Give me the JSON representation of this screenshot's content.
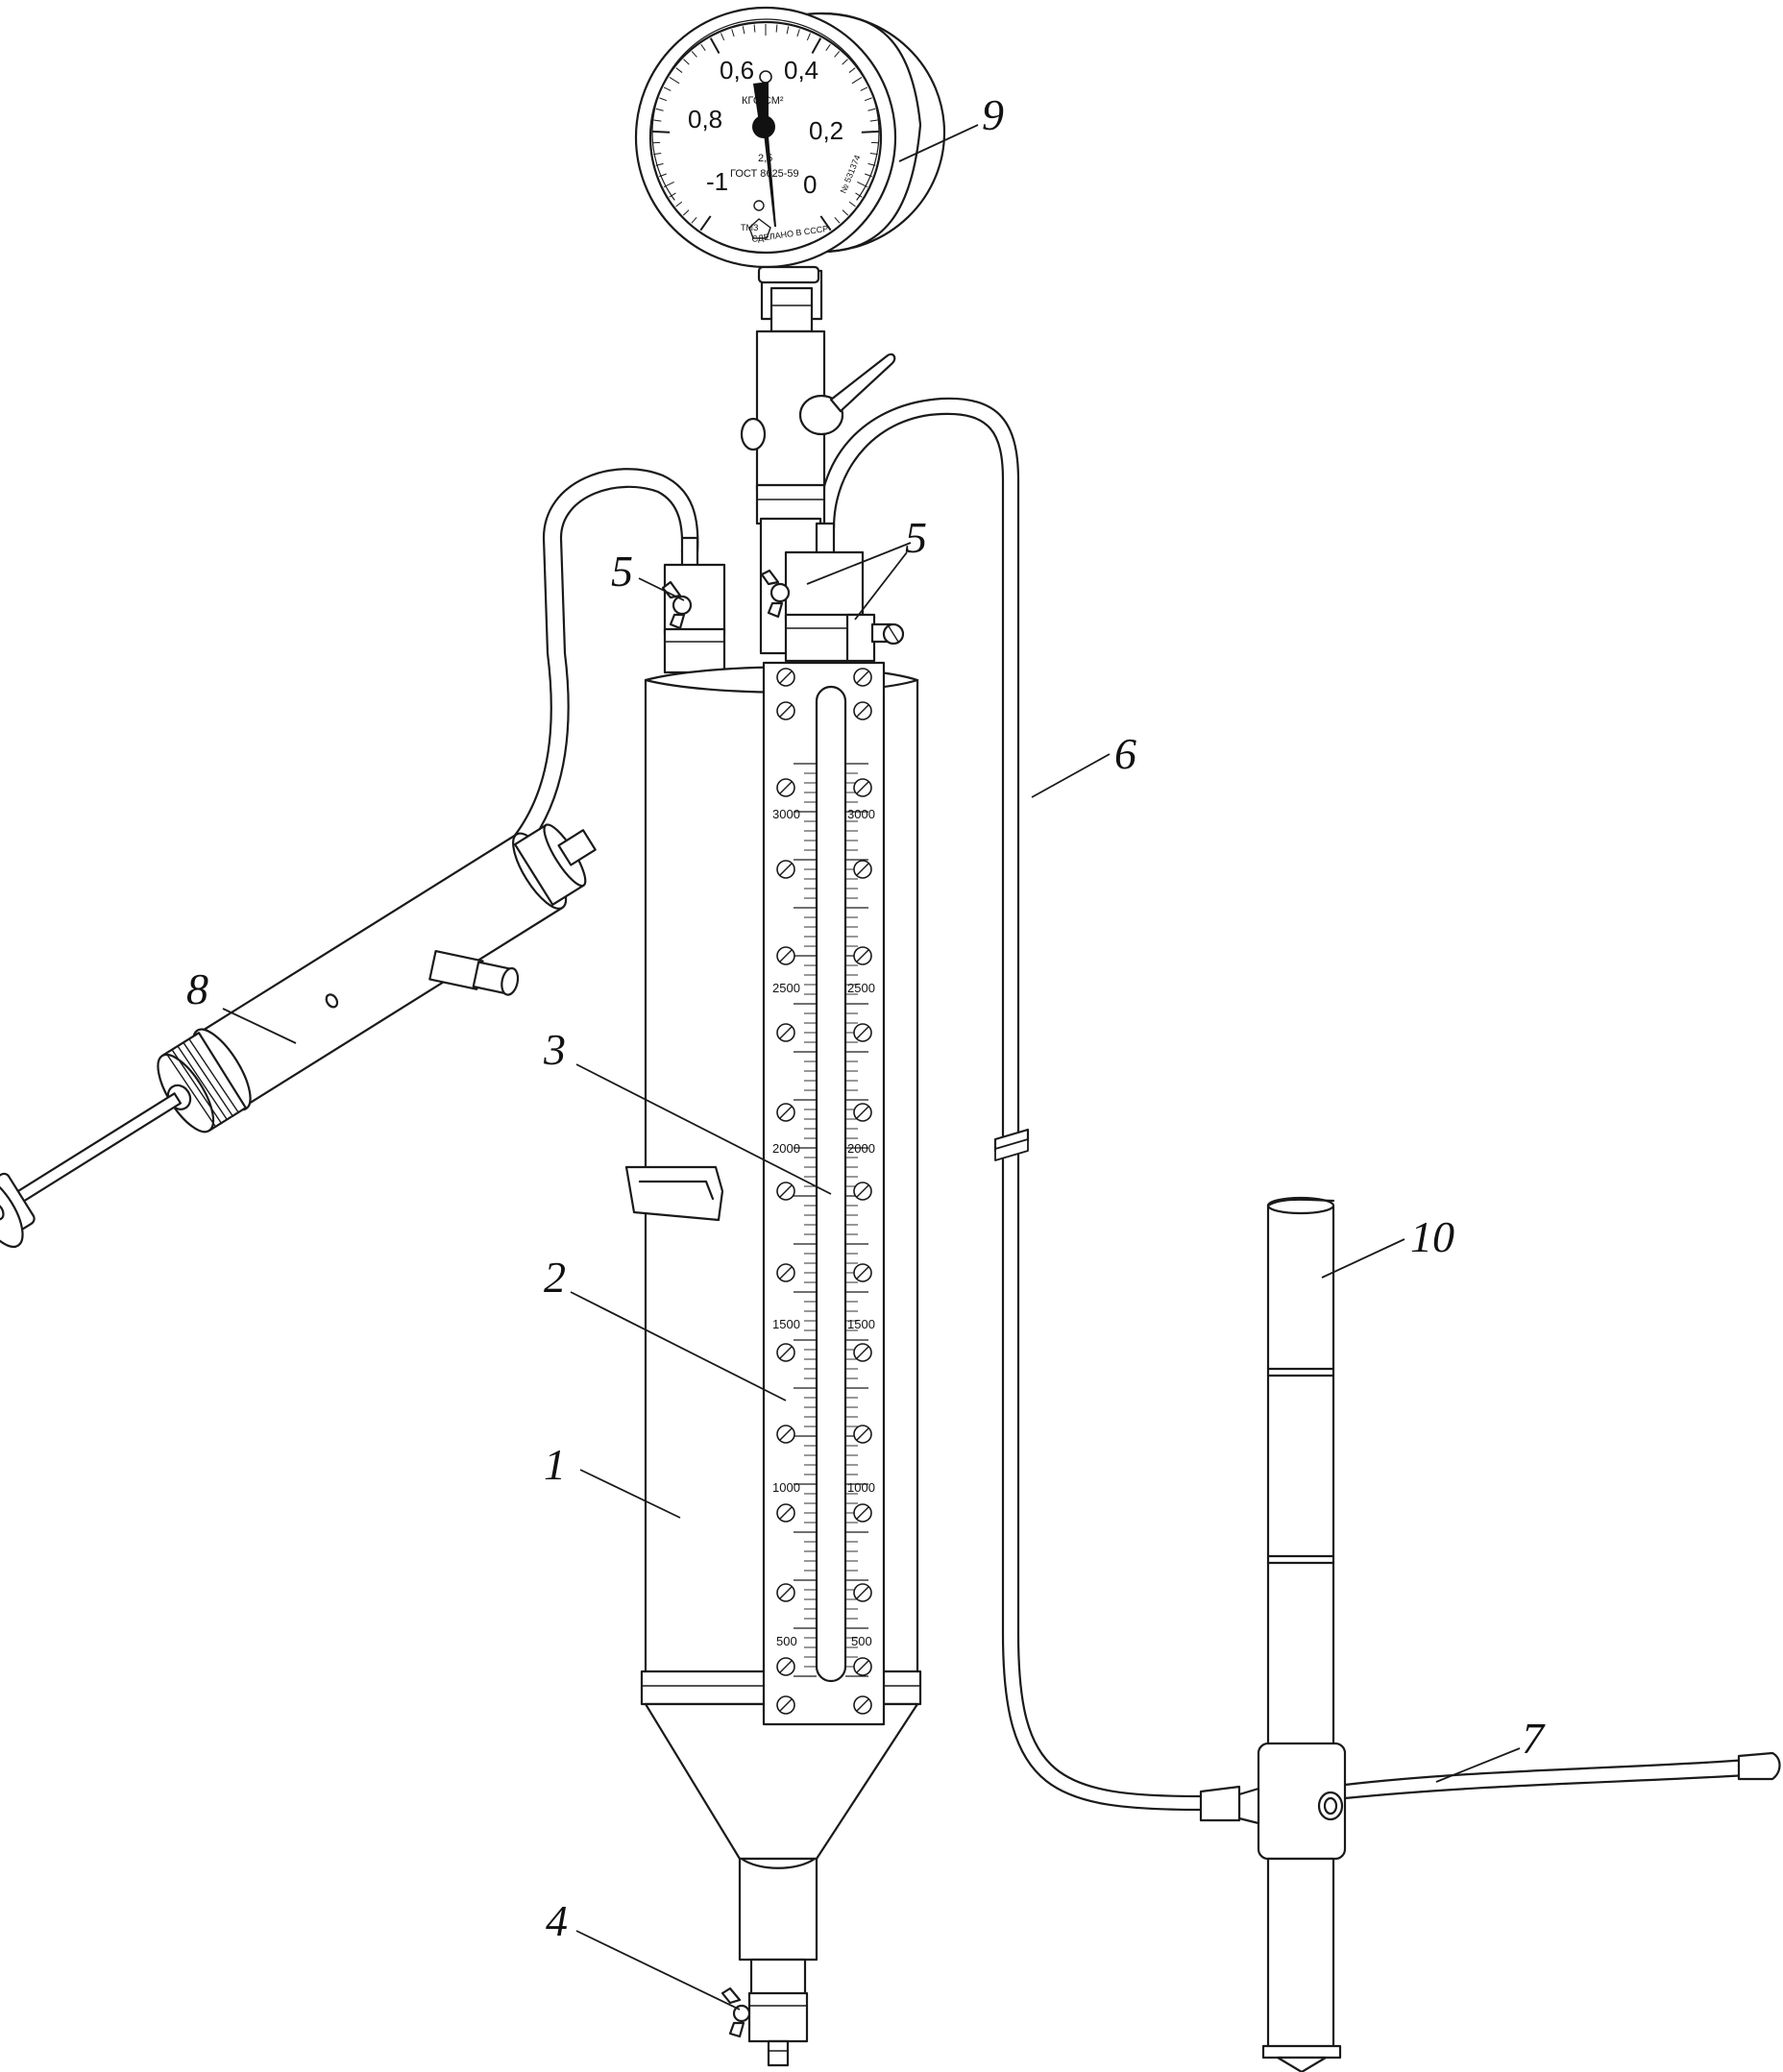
{
  "callouts": {
    "c1": "1",
    "c2": "2",
    "c3": "3",
    "c4": "4",
    "c5a": "5",
    "c5b": "5",
    "c6": "6",
    "c7": "7",
    "c8": "8",
    "c9": "9",
    "c10": "10"
  },
  "gauge": {
    "dial_values": [
      "-1",
      "0,8",
      "0,6",
      "0,4",
      "0,2",
      "0"
    ],
    "unit": "КГС/СМ²",
    "standard": "ГОСТ 8625-59",
    "mark": "ТМЗ",
    "made_in": "СДЕЛАНО В СССР",
    "class_mark": "2,5",
    "serial": "№ 531374"
  },
  "scale": {
    "left_values": [
      "3000",
      "2500",
      "2000",
      "1500",
      "1000",
      "500"
    ],
    "right_values": [
      "3000",
      "2500",
      "2000",
      "1500",
      "1000",
      "500"
    ]
  }
}
